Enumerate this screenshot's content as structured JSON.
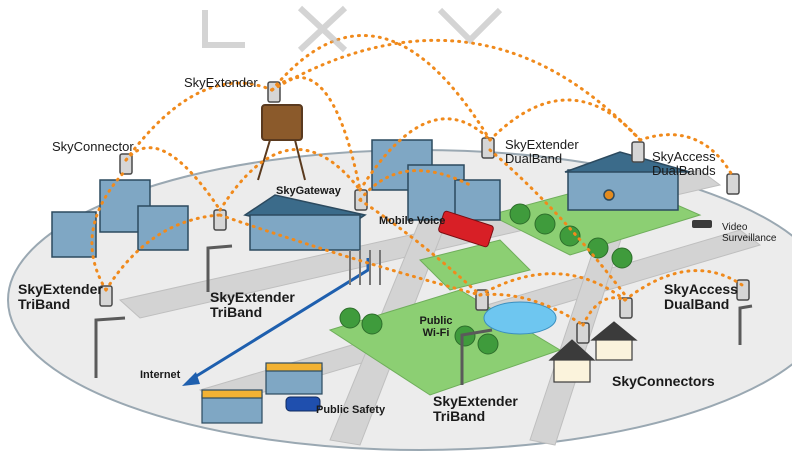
{
  "labels": {
    "sky_extender_top": "SkyExtender",
    "sky_connector": "SkyConnector",
    "sky_gateway": "SkyGateway",
    "sky_extender_dualband": "SkyExtender DualBand",
    "sky_access_dualbands": "SkyAccess DualBands",
    "video_surveillance": "Video Surveillance",
    "mobile_voice": "Mobile Voice",
    "sky_extender_triband_left": "SkyExtender TriBand",
    "sky_extender_triband_mid": "SkyExtender TriBand",
    "sky_access_dualband_right": "SkyAccess DualBand",
    "public_wifi": "Public Wi-Fi",
    "internet": "Internet",
    "public_safety": "Public Safety",
    "sky_connectors": "SkyConnectors",
    "sky_extender_triband_bottom": "SkyExtender TriBand"
  },
  "colors": {
    "link_dots": "#f08a1c",
    "ground": "#e6e6e6",
    "grass": "#8fd17a",
    "road": "#d9d9d9",
    "building_blue": "#7fa7c4",
    "building_dark": "#2c4a5f",
    "water": "#6ec6f0",
    "internet_arrow": "#1e5fae",
    "truck": "#d81f26",
    "car": "#1f4fae"
  }
}
